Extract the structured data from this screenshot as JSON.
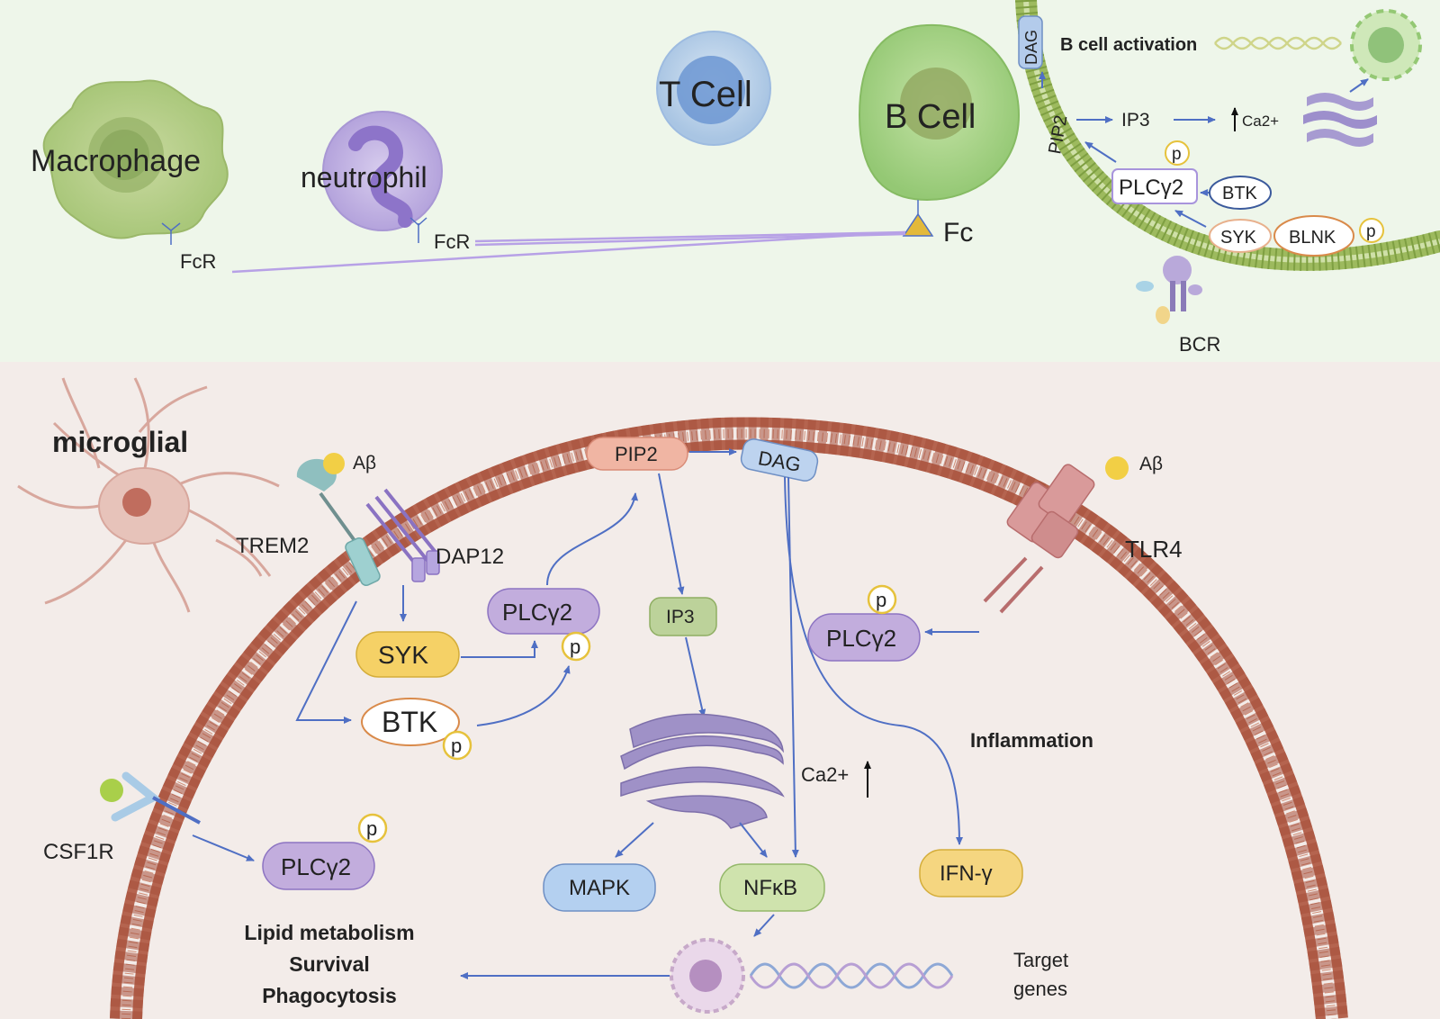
{
  "top_panel": {
    "cells": {
      "macrophage": "Macrophage",
      "neutrophil": "neutrophil",
      "t_cell": "T Cell",
      "b_cell": "B Cell"
    },
    "receptors": {
      "fcr_macrophage": "FcR",
      "fcr_neutrophil": "FcR",
      "fc": "Fc"
    },
    "pathway": {
      "dag": "DAG",
      "pip2": "PIP2",
      "ip3": "IP3",
      "ca": "Ca2+",
      "plcg2": "PLCγ2",
      "btk": "BTK",
      "syk": "SYK",
      "blnk": "BLNK",
      "p1": "p",
      "p2": "p",
      "bcr": "BCR",
      "b_cell_activation": "B cell activation"
    }
  },
  "bottom_panel": {
    "microglial": "microglial",
    "abeta_left": "Aβ",
    "abeta_right": "Aβ",
    "trem2": "TREM2",
    "dap12": "DAP12",
    "tlr4": "TLR4",
    "csf1r": "CSF1R",
    "pip2": "PIP2",
    "dag": "DAG",
    "ip3": "IP3",
    "syk": "SYK",
    "btk": "BTK",
    "plcg2_center": "PLCγ2",
    "plcg2_right": "PLCγ2",
    "plcg2_csf": "PLCγ2",
    "p_btk": "p",
    "p_plcg2_center": "p",
    "p_plcg2_right": "p",
    "p_plcg2_csf": "p",
    "mapk": "MAPK",
    "nfkb": "NFκB",
    "ifn": "IFN-γ",
    "ca": "Ca2+",
    "inflammation": "Inflammation",
    "outcome_1": "Lipid metabolism",
    "outcome_2": "Survival",
    "outcome_3": "Phagocytosis",
    "target_1": "Target",
    "target_2": "genes"
  },
  "colors": {
    "top_bg": "#eef6ea",
    "bottom_bg": "#f3ece9",
    "membrane_top": "#9dba5e",
    "membrane_bottom": "#b5644f",
    "arrow": "#4f6fc4",
    "link": "#b7a1e6"
  }
}
